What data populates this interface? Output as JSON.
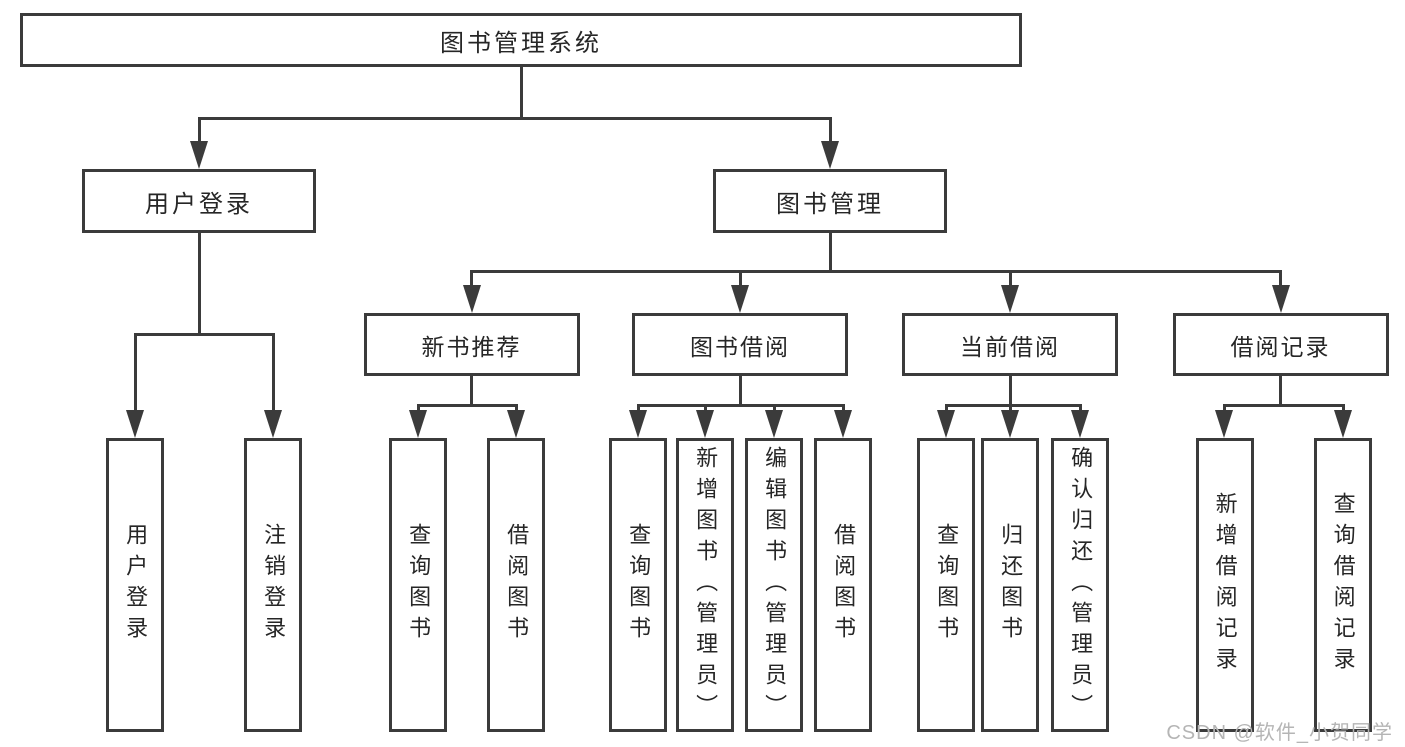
{
  "tree": {
    "root": "图书管理系统",
    "children": [
      {
        "label": "用户登录",
        "children": [
          "用户登录",
          "注销登录"
        ]
      },
      {
        "label": "图书管理",
        "children": [
          {
            "label": "新书推荐",
            "children": [
              "查询图书",
              "借阅图书"
            ]
          },
          {
            "label": "图书借阅",
            "children": [
              "查询图书",
              "新增图书（管理员）",
              "编辑图书（管理员）",
              "借阅图书"
            ]
          },
          {
            "label": "当前借阅",
            "children": [
              "查询图书",
              "归还图书",
              "确认归还（管理员）"
            ]
          },
          {
            "label": "借阅记录",
            "children": [
              "新增借阅记录",
              "查询借阅记录"
            ]
          }
        ]
      }
    ]
  },
  "watermark": {
    "text": "CSDN @软件_小贺同学"
  },
  "colors": {
    "line": "#3b3b3b",
    "text": "#262626",
    "watermark": "#b5b5b5",
    "background": "#ffffff"
  }
}
